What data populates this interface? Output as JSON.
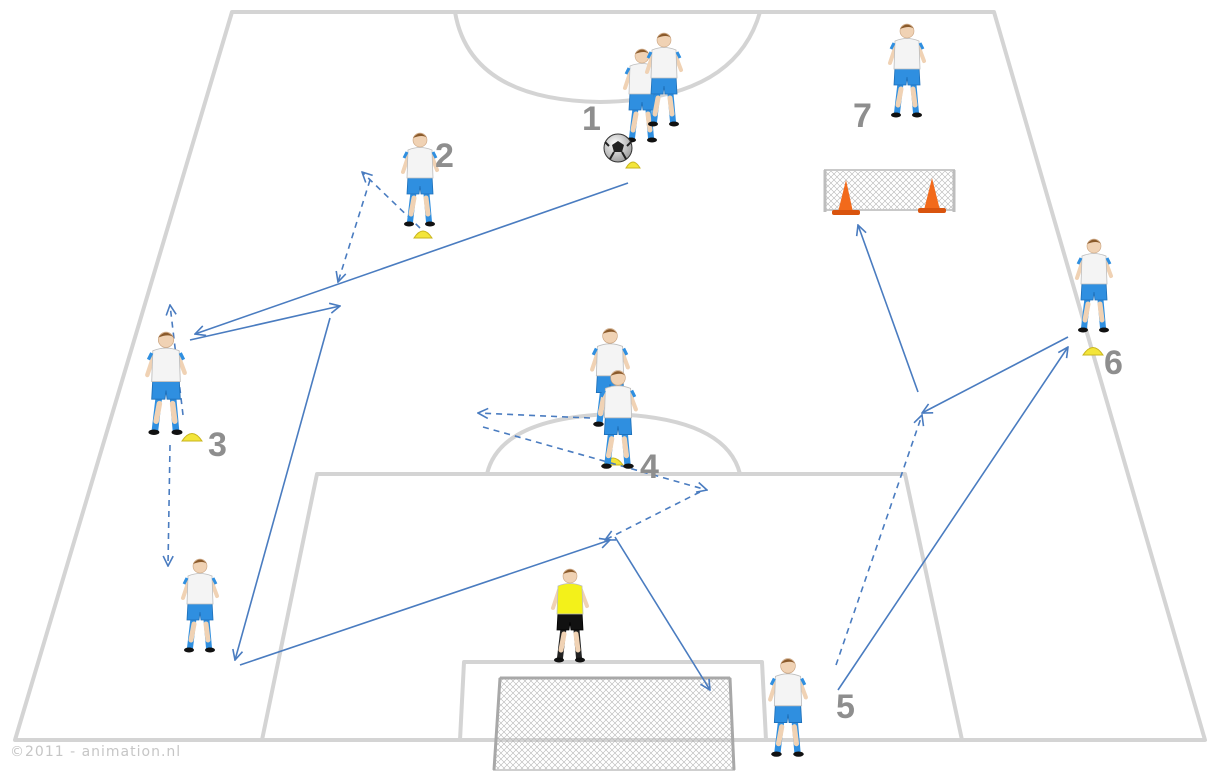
{
  "diagram": {
    "player_labels": [
      "1",
      "2",
      "3",
      "4",
      "5",
      "6",
      "7"
    ],
    "copyright": "©2011 - animation.nl",
    "colors": {
      "pass_line": "#4a7cc0",
      "run_line": "#4a7cc0",
      "field_line": "#d4d4d4",
      "shirt": "#f4f4f4",
      "shorts": "#2f8fe0",
      "keeper_shirt": "#f3f11a",
      "keeper_shorts": "#111111",
      "cone_yellow": "#f3e53a",
      "cone_orange": "#f26a1b",
      "label_gray": "#8e8e8e"
    },
    "icons": [
      "football-icon",
      "yellow-marker-icon",
      "orange-cone-icon",
      "goal-net-icon"
    ]
  }
}
